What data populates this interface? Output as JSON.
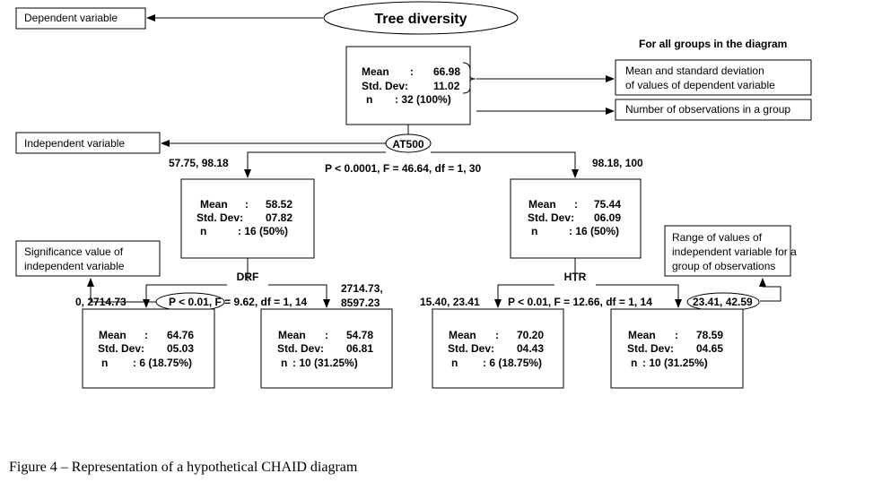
{
  "title": "Tree diversity",
  "for_all_groups": "For all groups in the diagram",
  "annotations": {
    "dependent": "Dependent variable",
    "independent": "Independent variable",
    "significance": [
      "Significance value of",
      "independent variable"
    ],
    "mean_sd": [
      "Mean and standard deviation",
      "of values of dependent variable"
    ],
    "n_obs": "Number of observations in a group",
    "range": [
      "Range of values of",
      "independent variable for a",
      "group of observations"
    ]
  },
  "row_labels": {
    "mean": "Mean",
    "sd": "Std. Dev:",
    "n": "n"
  },
  "nodes": {
    "root": {
      "mean": "66.98",
      "sd": "11.02",
      "n": ": 32 (100%)"
    },
    "left": {
      "mean": "58.52",
      "sd": "07.82",
      "n": ": 16 (50%)"
    },
    "right": {
      "mean": "75.44",
      "sd": "06.09",
      "n": ": 16 (50%)"
    },
    "ll": {
      "mean": "64.76",
      "sd": "05.03",
      "n": ": 6 (18.75%)"
    },
    "lr": {
      "mean": "54.78",
      "sd": "06.81",
      "n": ": 10 (31.25%)"
    },
    "rl": {
      "mean": "70.20",
      "sd": "04.43",
      "n": ": 6 (18.75%)"
    },
    "rr": {
      "mean": "78.59",
      "sd": "04.65",
      "n": ": 10 (31.25%)"
    }
  },
  "splits": {
    "root": {
      "variable": "AT500",
      "stat": "P < 0.0001, F = 46.64, df = 1, 30",
      "left_range": "57.75, 98.18",
      "right_range": "98.18, 100"
    },
    "left": {
      "variable": "DRF",
      "stat": "P < 0.01, F = 9.62, df = 1, 14",
      "left_range": "0, 2714.73",
      "right_range": [
        "2714.73,",
        "8597.23"
      ]
    },
    "right": {
      "variable": "HTR",
      "stat": "P < 0.01, F = 12.66, df = 1, 14",
      "left_range": "15.40, 23.41",
      "right_range": "23.41, 42.59"
    }
  },
  "caption": "Figure 4 – Representation of a hypothetical CHAID diagram"
}
